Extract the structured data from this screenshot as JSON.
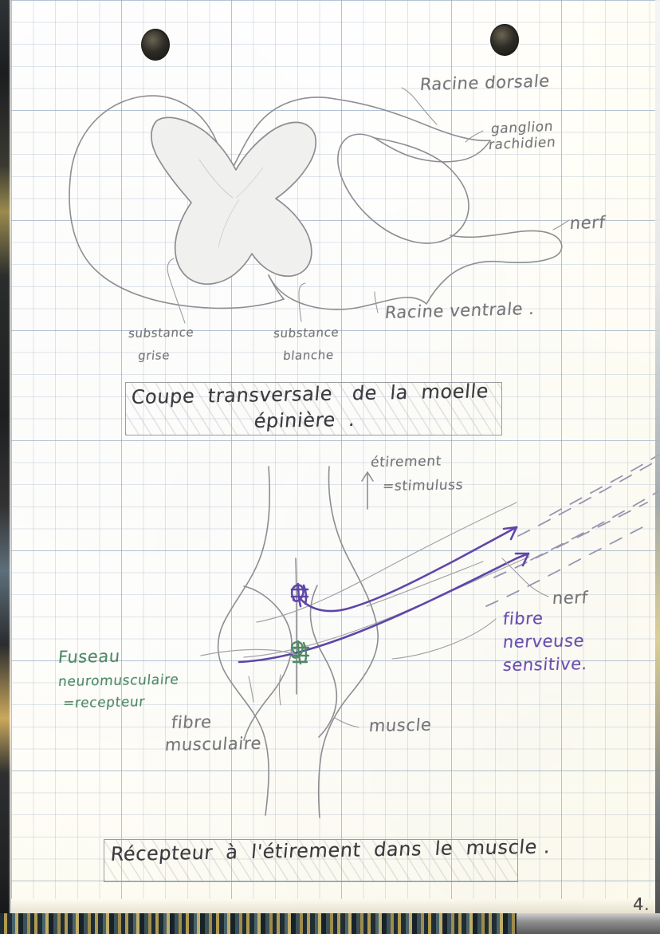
{
  "page": {
    "kind": "handwritten-biology-notebook-page",
    "page_number": "4.",
    "language": "fr"
  },
  "diagram1": {
    "name": "spinal-cord-cross-section",
    "labels": {
      "dorsal_root": "Racine dorsale",
      "ganglion_line1": "ganglion",
      "ganglion_line2": "rachidien",
      "nerve": "nerf",
      "grey_matter_line1": "substance",
      "grey_matter_line2": "grise",
      "white_matter_line1": "substance",
      "white_matter_line2": "blanche",
      "ventral_root": "Racine ventrale ."
    },
    "caption": {
      "line1": "Coupe  transversale   de  la  moelle",
      "line2": "épinière  ."
    }
  },
  "diagram2": {
    "name": "muscle-stretch-receptor",
    "labels": {
      "stretch_line1": "étirement",
      "stretch_line2": "=stimuluss",
      "stretch_arrow": "↑",
      "spindle_line1": "Fuseau",
      "spindle_line2": "neuromusculaire",
      "spindle_line3": "=recepteur",
      "muscle_fibre_line1": "fibre",
      "muscle_fibre_line2": "musculaire",
      "muscle": "muscle",
      "nerve": "nerf",
      "sensory_fibre_line1": "fibre",
      "sensory_fibre_line2": "nerveuse",
      "sensory_fibre_line3": "sensitive."
    },
    "caption": {
      "line1": "Récepteur  à  l'étirement  dans  le  muscle ."
    }
  },
  "colors": {
    "pencil": "#8d8d92",
    "ink_dark": "#3b3b3f",
    "purple": "#5f46a8",
    "green": "#4f8a66",
    "paper": "#fdfdfb",
    "grid": "#96aac3",
    "grey_matter_fill": "#f0f0ee"
  }
}
